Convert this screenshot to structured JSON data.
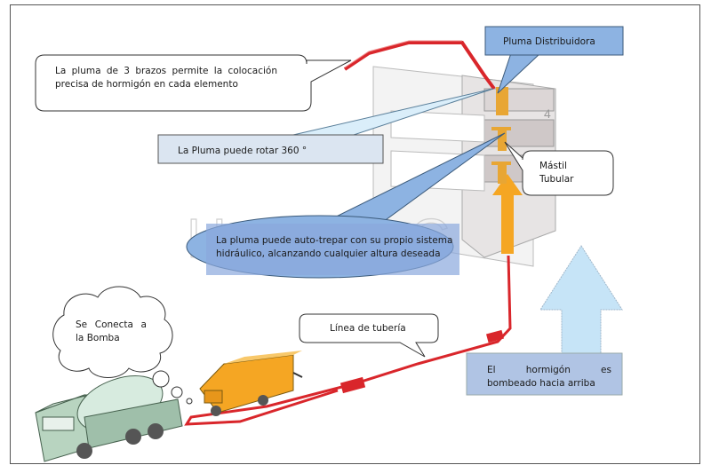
{
  "diagram": {
    "callouts": {
      "three_arms": "La pluma de 3 brazos permite la colocación precisa de hormigón en cada elemento",
      "three_arms_line1": "La pluma de 3 brazos permite la colocación",
      "three_arms_line2": "precisa de hormigón en cada elemento",
      "rotate": "La Pluma puede rotar 360 °",
      "distributor": "Pluma Distribuidora",
      "mast_line1": "Mástil",
      "mast_line2": "Tubular",
      "self_climb_line1": "La pluma puede auto-trepar con su propio sistema",
      "self_climb_line2": "hidráulico, alcanzando cualquier altura deseada",
      "connect_line1": "Se Conecta a",
      "connect_line2": "la Bomba",
      "pipeline": "Línea de tubería",
      "pumped_line1": "El hormigón es",
      "pumped_line2": "bombeado hacia arriba"
    },
    "building_floor_label": "4",
    "watermark": "HAMAC",
    "colors": {
      "callout_blue": "#8db3e2",
      "callout_light_blue": "#dbe5f1",
      "arrow_light_blue": "#c6e4f7",
      "boom_red": "#d9262b",
      "mast_orange": "#f5a623",
      "truck_green": "#b8d4c0"
    }
  }
}
